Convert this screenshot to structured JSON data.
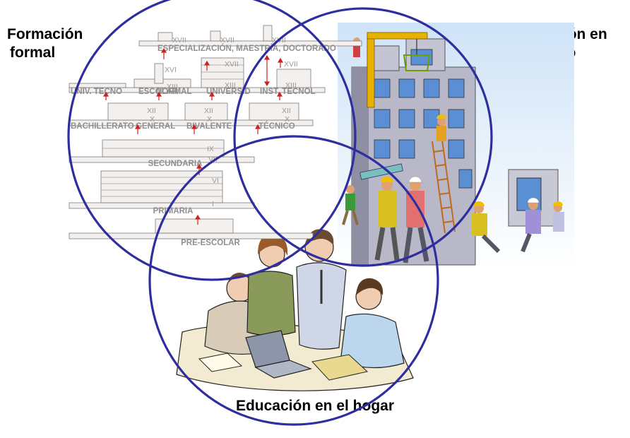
{
  "titles": {
    "formal": [
      "Formación",
      "formal"
    ],
    "work": [
      "Formación en",
      "el trabajo"
    ],
    "home": "Educación en el hogar"
  },
  "ladder": {
    "levels": {
      "preescolar": "PRE-ESCOLAR",
      "primaria": "PRIMARIA",
      "secundaria": "SECUNDARIA",
      "bachillerato": "BACHILLERATO",
      "general": "GENERAL",
      "bivalente": "BIVALENTE",
      "tecnico": "TÉCNICO",
      "univ_tecno": "UNIV. TECNO",
      "escolar": "ESCOLAR",
      "normal": "NORMAL",
      "universidad": "UNIVERSID",
      "inst_tecnol": "INST. TECNOL",
      "posgrado": "ESPECIALIZACIÓN, MAESTRÍA, DOCTORADO"
    },
    "grades": {
      "i": "I",
      "vi": "VI",
      "vii": "VII",
      "ix": "IX",
      "x": "X",
      "xii": "XII",
      "xiii": "XIII",
      "xvi": "XVI",
      "xvii": "XVII"
    }
  },
  "colors": {
    "circle": "#2e2e9e",
    "arrow": "#cc2222",
    "step_fill": "#f3f0ee",
    "step_stroke": "#7a7a7a"
  },
  "illustrations": {
    "work": "construction-workers-building",
    "home": "people-around-laptop"
  }
}
